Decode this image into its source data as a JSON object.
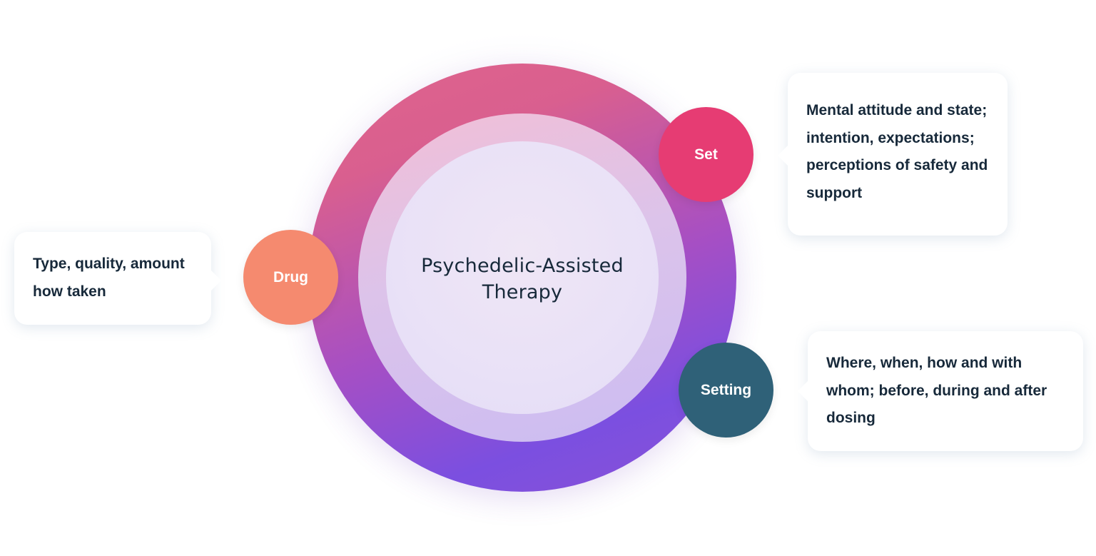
{
  "center": {
    "title_line1": "Psychedelic-Assisted",
    "title_line2": "Therapy"
  },
  "nodes": {
    "set": {
      "label": "Set",
      "color": "#e63c73"
    },
    "drug": {
      "label": "Drug",
      "color": "#f58a6f"
    },
    "setting": {
      "label": "Setting",
      "color": "#2f6178"
    }
  },
  "descriptions": {
    "set": [
      "Mental attitude and state;",
      "intention, expectations;",
      "perceptions of safety and",
      "support"
    ],
    "drug": [
      "Type, quality, amount",
      "how taken"
    ],
    "setting": [
      "Where, when, how and with",
      "whom; before, during and after",
      "dosing"
    ]
  },
  "colors": {
    "ring_outer_top": "#e0648c",
    "ring_outer_bottom": "#7b4fe0",
    "text_dark": "#17293a"
  }
}
